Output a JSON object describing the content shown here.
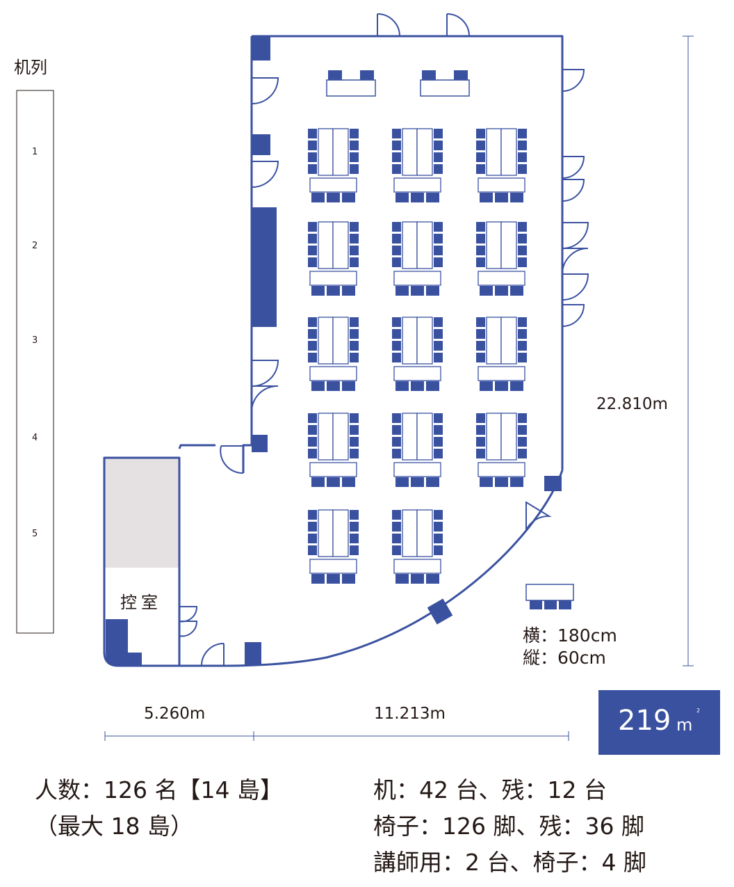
{
  "row_list": {
    "title": "机列",
    "rows": [
      "1",
      "2",
      "3",
      "4",
      "5"
    ]
  },
  "room": {
    "anteroom_label": "控室",
    "height_dimension": "22.810m",
    "width_left_dimension": "5.260m",
    "width_right_dimension": "11.213m",
    "table_rows": [
      3,
      3,
      3,
      3,
      2
    ]
  },
  "desk_legend": {
    "width_line": "横：180cm",
    "depth_line": "縦：60cm"
  },
  "area": {
    "value": "219",
    "unit": "m",
    "unit_suffix": "2"
  },
  "summary": {
    "capacity_line1": "人数：126 名【14 島】",
    "capacity_line2": "（最大 18 島）",
    "desks": "机：42 台、残：12 台",
    "chairs": "椅子：126 脚、残：36 脚",
    "speaker": "講師用：2 台、椅子：4 脚"
  },
  "colors": {
    "primary": "#3a51a0",
    "shaded_area": "#e5e1e3",
    "text": "#231815"
  }
}
